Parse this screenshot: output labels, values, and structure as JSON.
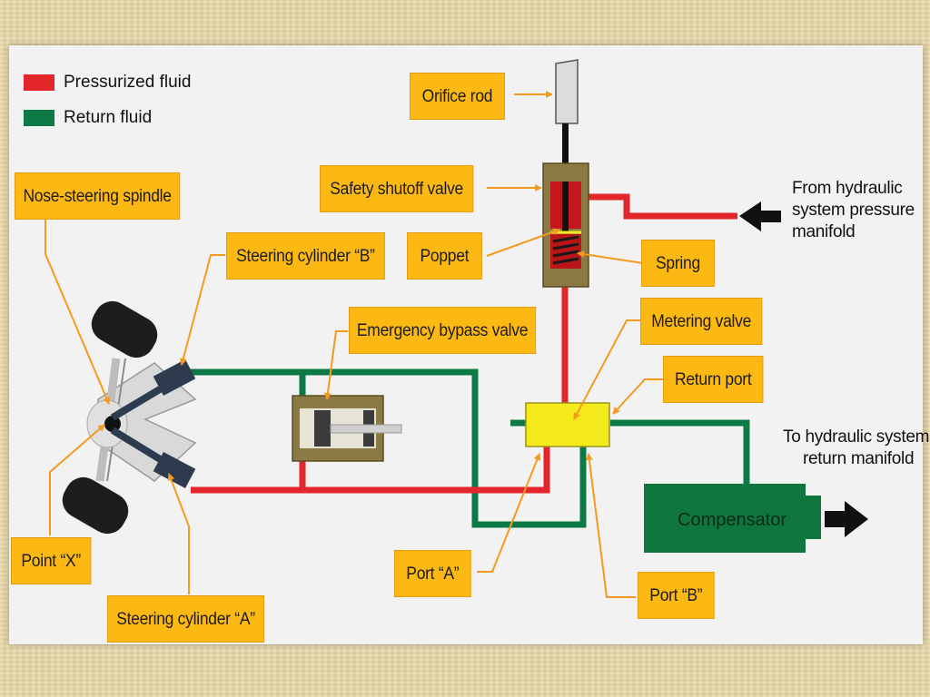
{
  "colors": {
    "pressurized": "#e3262b",
    "return": "#0d7a45",
    "callout": "#fdb913",
    "metering": "#f4ea1c",
    "compensator": "#0f7640"
  },
  "legend": {
    "pressurized": "Pressurized fluid",
    "return": "Return fluid"
  },
  "labels": {
    "orifice_rod": "Orifice rod",
    "safety_shutoff_valve": "Safety shutoff valve",
    "poppet": "Poppet",
    "spring": "Spring",
    "nose_steering_spindle": "Nose-steering spindle",
    "steering_cylinder_b": "Steering cylinder “B”",
    "emergency_bypass_valve": "Emergency bypass valve",
    "metering_valve": "Metering valve",
    "return_port": "Return port",
    "point_x": "Point “X”",
    "steering_cylinder_a": "Steering cylinder “A”",
    "port_a": "Port “A”",
    "port_b": "Port “B”",
    "compensator": "Compensator"
  },
  "annotations": {
    "from_pressure_1": "From hydraulic",
    "from_pressure_2": "system pressure",
    "from_pressure_3": "manifold",
    "to_return_1": "To hydraulic system",
    "to_return_2": "return manifold"
  }
}
